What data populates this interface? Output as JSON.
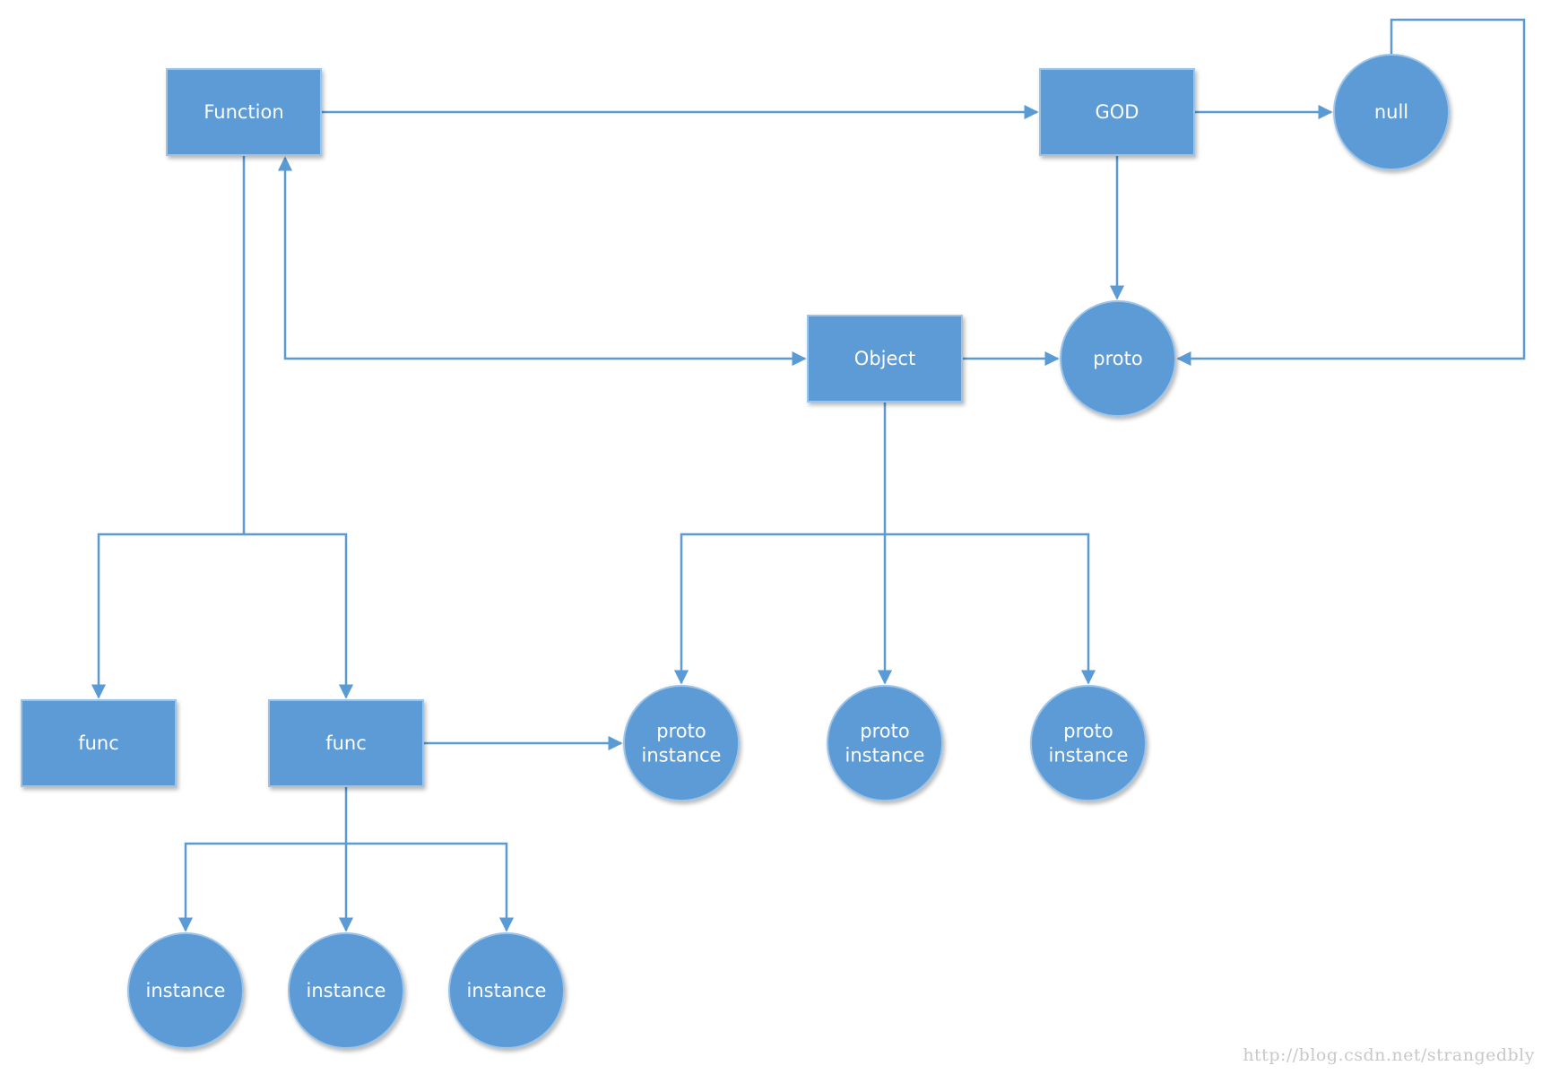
{
  "diagram": {
    "nodes": [
      {
        "id": "function",
        "shape": "rect",
        "lines": [
          "Function"
        ]
      },
      {
        "id": "god",
        "shape": "rect",
        "lines": [
          "GOD"
        ]
      },
      {
        "id": "null",
        "shape": "circle",
        "lines": [
          "null"
        ]
      },
      {
        "id": "object",
        "shape": "rect",
        "lines": [
          "Object"
        ]
      },
      {
        "id": "proto",
        "shape": "circle",
        "lines": [
          "proto"
        ]
      },
      {
        "id": "func-1",
        "shape": "rect",
        "lines": [
          "func"
        ]
      },
      {
        "id": "func-2",
        "shape": "rect",
        "lines": [
          "func"
        ]
      },
      {
        "id": "proto-instance-1",
        "shape": "circle",
        "lines": [
          "proto",
          "instance"
        ]
      },
      {
        "id": "proto-instance-2",
        "shape": "circle",
        "lines": [
          "proto",
          "instance"
        ]
      },
      {
        "id": "proto-instance-3",
        "shape": "circle",
        "lines": [
          "proto",
          "instance"
        ]
      },
      {
        "id": "instance-1",
        "shape": "circle",
        "lines": [
          "instance"
        ]
      },
      {
        "id": "instance-2",
        "shape": "circle",
        "lines": [
          "instance"
        ]
      },
      {
        "id": "instance-3",
        "shape": "circle",
        "lines": [
          "instance"
        ]
      }
    ],
    "edges": [
      {
        "from": "function",
        "to": "god"
      },
      {
        "from": "god",
        "to": "null"
      },
      {
        "from": "god",
        "to": "proto"
      },
      {
        "from": "null",
        "to": "proto"
      },
      {
        "from": "object",
        "to": "proto"
      },
      {
        "from": "object",
        "to": "function",
        "bidirectional": true
      },
      {
        "from": "function",
        "to": "func-1"
      },
      {
        "from": "function",
        "to": "func-2"
      },
      {
        "from": "func-2",
        "to": "proto-instance-1"
      },
      {
        "from": "object",
        "to": "proto-instance-1"
      },
      {
        "from": "object",
        "to": "proto-instance-2"
      },
      {
        "from": "object",
        "to": "proto-instance-3"
      },
      {
        "from": "func-2",
        "to": "instance-1"
      },
      {
        "from": "func-2",
        "to": "instance-2"
      },
      {
        "from": "func-2",
        "to": "instance-3"
      }
    ],
    "colors": {
      "fill": "#5b9bd5",
      "edge": "#5b9bd5",
      "text": "#ffffff"
    }
  },
  "watermark": "http://blog.csdn.net/strangedbly"
}
